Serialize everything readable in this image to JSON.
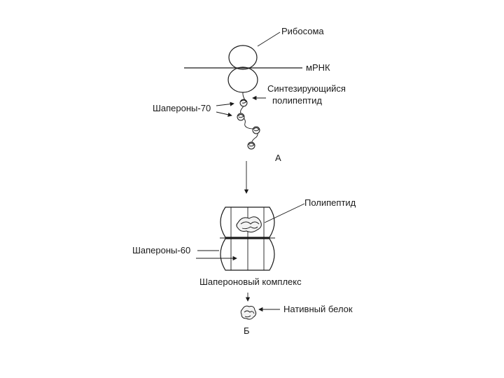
{
  "labels": {
    "ribosome": "Рибосома",
    "mrna": "мРНК",
    "synth_line1": "Синтезирующийся",
    "synth_line2": "полипептид",
    "chaperones70": "Шапероны-70",
    "stage_a": "А",
    "polypeptide": "Полипептид",
    "chaperones60": "Шапероны-60",
    "chaperone_complex": "Шапероновый комплекс",
    "native_protein": "Нативный белок",
    "stage_b": "Б"
  }
}
